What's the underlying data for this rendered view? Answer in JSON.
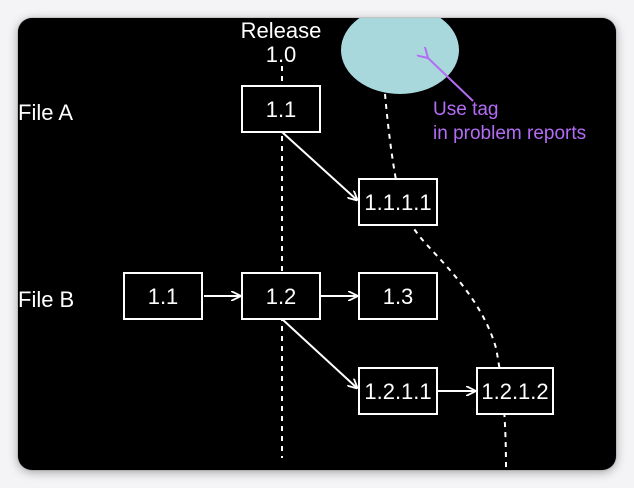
{
  "release": {
    "line1": "Release",
    "line2": "1.0"
  },
  "rows": {
    "file_a": "File A",
    "file_b": "File B"
  },
  "nodes": {
    "a_1_1": "1.1",
    "a_1_1_1_1": "1.1.1.1",
    "b_1_1": "1.1",
    "b_1_2": "1.2",
    "b_1_3": "1.3",
    "b_1_2_1_1": "1.2.1.1",
    "b_1_2_1_2": "1.2.1.2"
  },
  "callout": {
    "line1": "Use tag",
    "line2": "in problem reports"
  },
  "colors": {
    "background": "#000000",
    "foreground": "#ffffff",
    "tag_ellipse": "#a8d8dc",
    "callout": "#b36cf5"
  }
}
